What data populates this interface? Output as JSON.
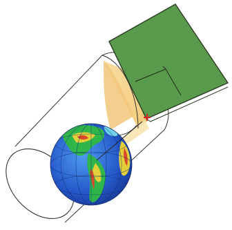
{
  "figure": {
    "objects": [
      {
        "name": "cylinder",
        "kind": "transparent cylinder outline"
      },
      {
        "name": "globe",
        "kind": "earth globe with elevation colors"
      },
      {
        "name": "projection-plane",
        "kind": "tilted green plane"
      },
      {
        "name": "projection-beam",
        "kind": "pale yellow beam"
      },
      {
        "name": "tangent-point",
        "kind": "red cross marker"
      }
    ],
    "colors": {
      "plane": "#5a9a4c",
      "plane_edge": "#2a3a22",
      "beam": "#f6d490",
      "marker": "#e02020",
      "ocean": "#2f6bd8",
      "land_low": "#2fb54a",
      "land_mid": "#e2cf3a",
      "land_high": "#d9482b",
      "outline": "#333333"
    }
  }
}
